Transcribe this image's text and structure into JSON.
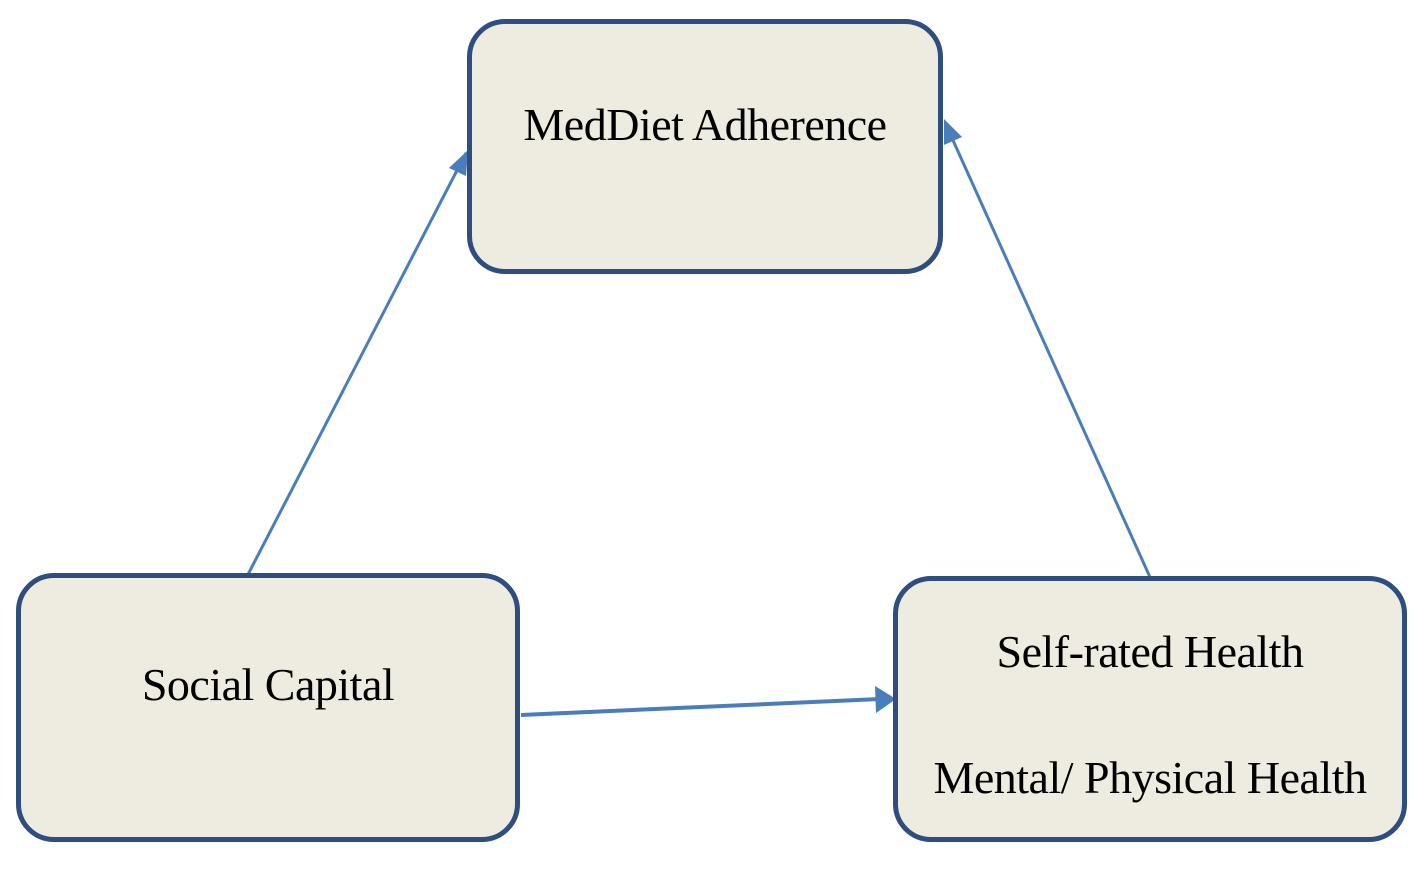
{
  "nodes": {
    "meddiet": {
      "label": "MedDiet Adherence"
    },
    "social": {
      "label": "Social Capital"
    },
    "health": {
      "label_line1": "Self-rated Health",
      "label_line2": "Mental/ Physical Health"
    }
  },
  "edges": [
    {
      "from": "social",
      "to": "meddiet"
    },
    {
      "from": "health",
      "to": "meddiet"
    },
    {
      "from": "social",
      "to": "health"
    }
  ],
  "colors": {
    "node_fill": "#eeebe0",
    "node_border": "#2d4e7e",
    "arrow": "#4a7ebb"
  }
}
